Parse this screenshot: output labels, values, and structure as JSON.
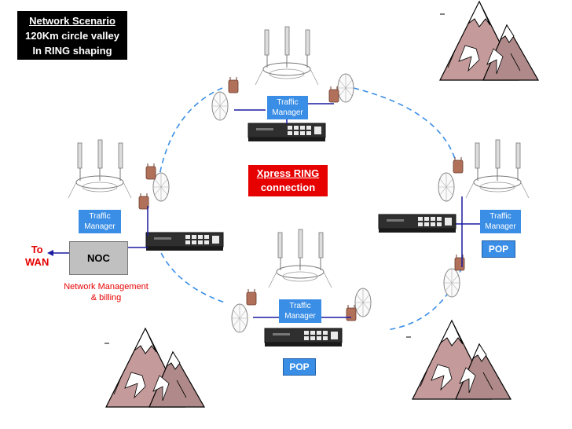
{
  "scenario": {
    "line1": "Network Scenario",
    "line2": "120Km circle valley",
    "line3": "In RING shaping"
  },
  "nodes": {
    "top": {
      "tm_line1": "Traffic",
      "tm_line2": "Manager"
    },
    "left": {
      "tm_line1": "Traffic",
      "tm_line2": "Manager",
      "noc": "NOC"
    },
    "right": {
      "tm_line1": "Traffic",
      "tm_line2": "Manager",
      "pop": "POP"
    },
    "bottom": {
      "tm_line1": "Traffic",
      "tm_line2": "Manager",
      "pop": "POP"
    }
  },
  "ring": {
    "line1": "Xpress RING",
    "line2": "connection"
  },
  "wan": {
    "line1": "To",
    "line2": "WAN"
  },
  "network_mgmt": {
    "line1": "Network Management",
    "line2": "& billing"
  },
  "colors": {
    "ring_dash": "#3a8ee6",
    "accent_red": "#e60000",
    "tm_blue": "#3a8ee6",
    "link_blue": "#1a1aa0"
  }
}
